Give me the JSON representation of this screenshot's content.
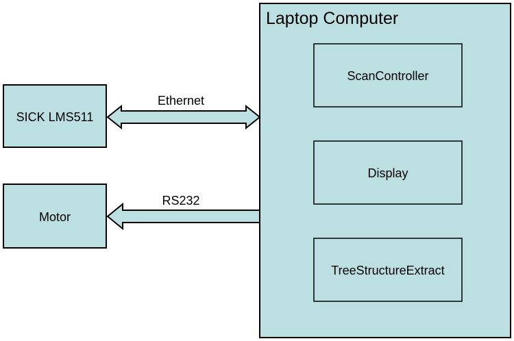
{
  "nodes": {
    "laptop": {
      "label": "Laptop Computer"
    },
    "scan_controller": {
      "label": "ScanController"
    },
    "display": {
      "label": "Display"
    },
    "tree_structure_extract": {
      "label": "TreeStructureExtract"
    },
    "sick_lms511": {
      "label": "SICK LMS511"
    },
    "motor": {
      "label": "Motor"
    }
  },
  "edges": [
    {
      "from": "sick_lms511",
      "to": "laptop",
      "label": "Ethernet",
      "direction": "bidirectional"
    },
    {
      "from": "laptop",
      "to": "motor",
      "label": "RS232",
      "direction": "unidirectional"
    }
  ],
  "colors": {
    "box_fill": "#bcdfe2",
    "stroke": "#000000",
    "background": "#ffffff"
  }
}
